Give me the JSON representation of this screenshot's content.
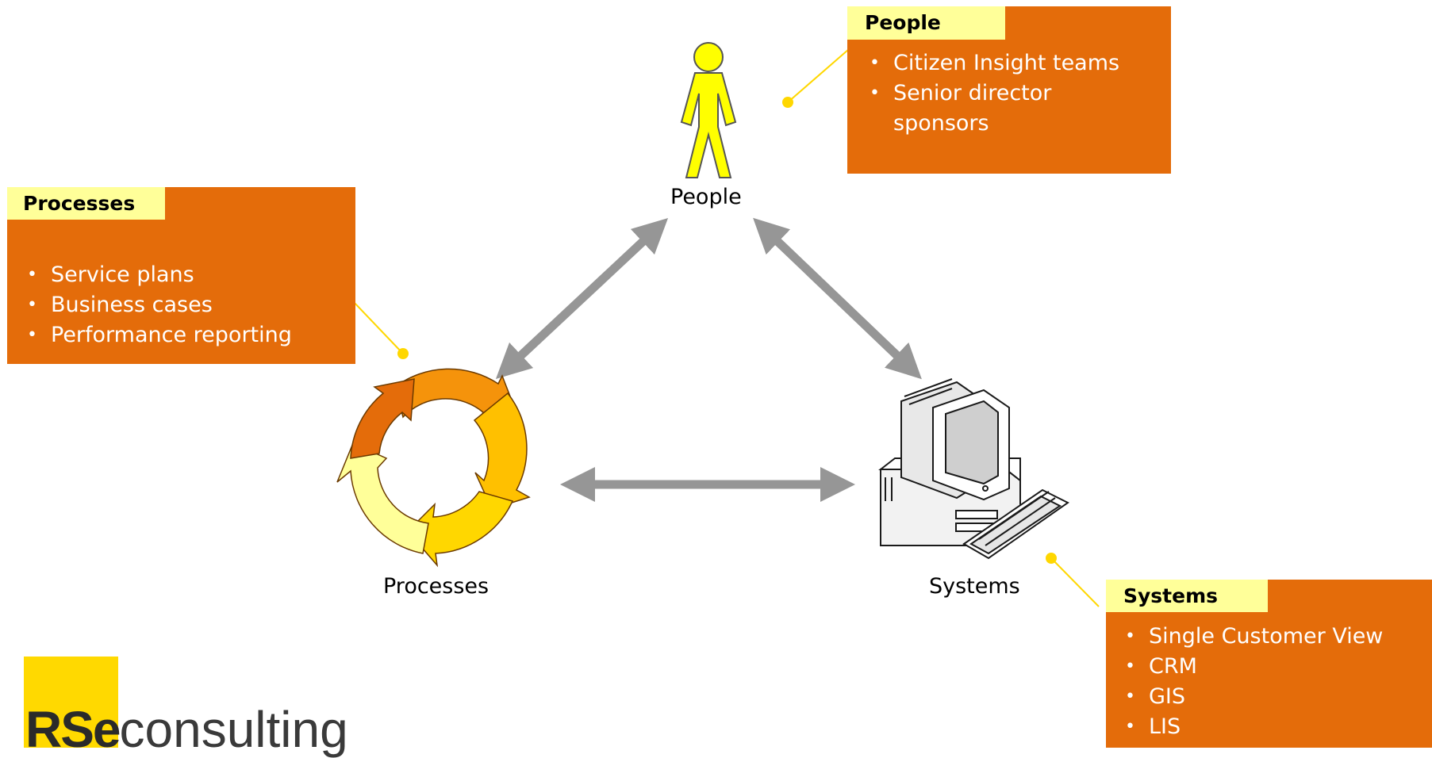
{
  "nodes": {
    "people": "People",
    "processes": "Processes",
    "systems": "Systems"
  },
  "callouts": {
    "people": {
      "title": "People",
      "items": [
        "Citizen Insight teams",
        "Senior director",
        "sponsors"
      ]
    },
    "processes": {
      "title": "Processes",
      "items": [
        "Service plans",
        "Business cases",
        "Performance reporting"
      ]
    },
    "systems": {
      "title": "Systems",
      "items": [
        "Single Customer View",
        "CRM",
        "GIS",
        "LIS"
      ]
    }
  },
  "logo": {
    "bold": "RSe",
    "rest": "consulting"
  },
  "colors": {
    "callout_fill": "#e46c0a",
    "tag_fill": "#ffff99",
    "arrow": "#969696",
    "connector": "#ffd700",
    "person": "#ffff00",
    "logo_block": "#ffd900"
  },
  "icons": [
    "person-icon",
    "cycle-icon",
    "computer-icon"
  ]
}
